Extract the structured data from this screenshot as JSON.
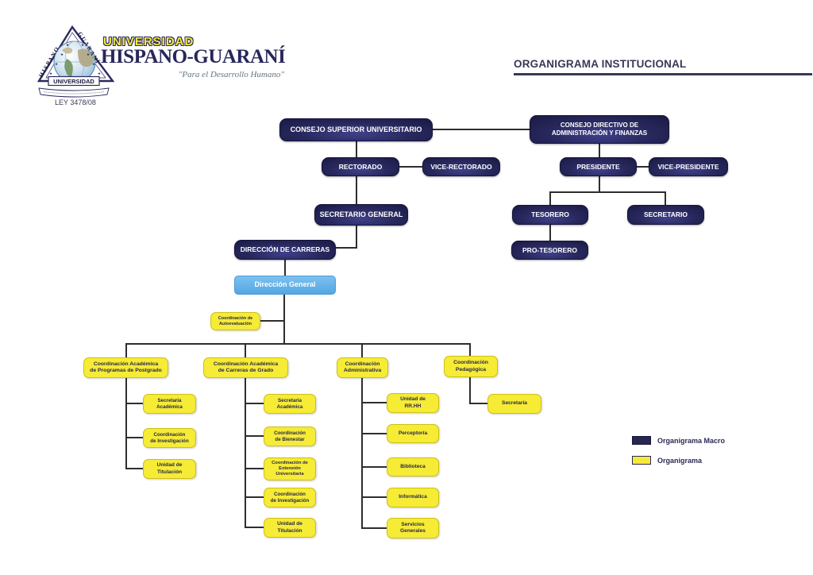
{
  "header": {
    "logo": {
      "left_edge_text": "HISPANO",
      "right_edge_text": "GUARANÍ",
      "banner": "UNIVERSIDAD",
      "law": "LEY 3478/08",
      "wordmark_line1": "UNIVERSIDAD",
      "wordmark_line2": "HISPANO-GUARANÍ",
      "tagline": "\"Para el Desarrollo Humano\""
    },
    "page_title": "ORGANIGRAMA INSTITUCIONAL"
  },
  "colors": {
    "navy_box": "#26264f",
    "yellow_box": "#f5e93c",
    "blue_box": "#5aabe0",
    "connector": "#2e2e2e",
    "title_text": "#383857"
  },
  "nodes": {
    "consejo_superior": "CONSEJO SUPERIOR UNIVERSITARIO",
    "consejo_directivo": "CONSEJO DIRECTIVO DE\nADMINISTRACIÓN Y FINANZAS",
    "rectorado": "RECTORADO",
    "vice_rectorado": "VICE-RECTORADO",
    "presidente": "PRESIDENTE",
    "vice_presidente": "VICE-PRESIDENTE",
    "secretario_general": "SECRETARIO GENERAL",
    "tesorero": "TESORERO",
    "secretario": "SECRETARIO",
    "pro_tesorero": "PRO-TESORERO",
    "direccion_carreras": "DIRECCIÓN DE CARRERAS",
    "direccion_general": "Dirección General",
    "autoevaluacion": "Coordinación de\nAutoevaluación",
    "postgrado": "Coordinación Académica\nde Programas de Postgrado",
    "grado": "Coordinación Académica\nde Carreras de Grado",
    "administrativa": "Coordinación\nAdministrativa",
    "pedagogica": "Coordinación\nPedagógica",
    "c1_secretaria": "Secretaría\nAcadémica",
    "c1_investigacion": "Coordinación\nde Investigación",
    "c1_titulacion": "Unidad de\nTitulación",
    "c2_secretaria": "Secretaría\nAcadémica",
    "c2_bienestar": "Coordinación\nde Bienestar",
    "c2_extension": "Coordinación de\nExtensión\nUniversitaria",
    "c2_investigacion": "Coordinación\nde Investigación",
    "c2_titulacion": "Unidad de\nTitulación",
    "c3_rrhh": "Unidad de\nRR.HH",
    "c3_perceptoria": "Perceptoría",
    "c3_biblioteca": "Biblioteca",
    "c3_informatica": "Informática",
    "c3_servicios": "Servicios\nGenerales",
    "c4_secretaria": "Secretaría"
  },
  "legend": {
    "macro_label": "Organigrama Macro",
    "organigrama_label": "Organigrama"
  }
}
